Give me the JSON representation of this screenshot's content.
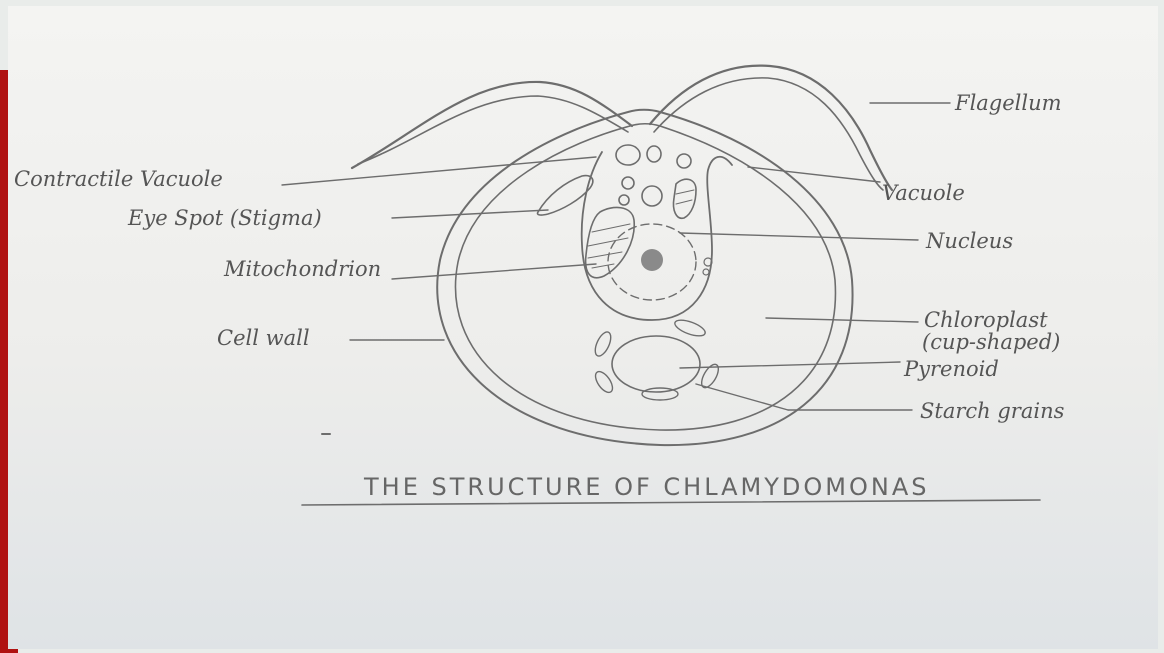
{
  "title": "THE STRUCTURE OF CHLAMYDOMONAS",
  "labels": {
    "flagellum": "Flagellum",
    "contractile_vacuole": "Contractile Vacuole",
    "eye_spot": "Eye Spot (Stigma)",
    "mitochondrion": "Mitochondrion",
    "cell_wall": "Cell wall",
    "vacuole": "Vacuole",
    "nucleus": "Nucleus",
    "chloroplast": "Chloroplast",
    "chloroplast_note": "(cup-shaped)",
    "pyrenoid": "Pyrenoid",
    "starch_grains": "Starch grains"
  },
  "colors": {
    "paper": "#efefed",
    "pencil": "#6d6d6d",
    "edge": "#b01212"
  }
}
